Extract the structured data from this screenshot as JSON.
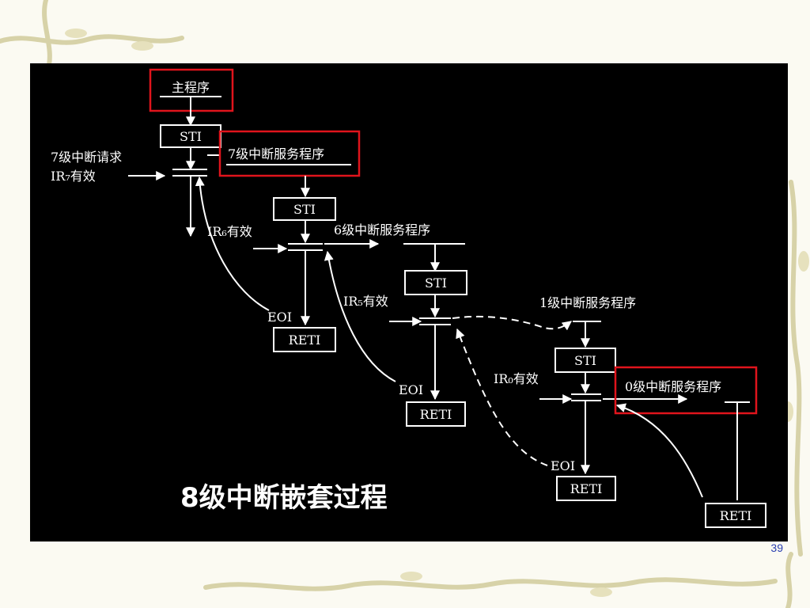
{
  "diagram": {
    "main_program": "主程序",
    "sti": "STI",
    "reti": "RETI",
    "eoi": "EOI",
    "req7_line1": "7级中断请求",
    "ir7_valid": "IR₇有效",
    "ir6_valid": "IR₆有效",
    "ir5_valid": "IR₅有效",
    "ir0_valid": "IR₀有效",
    "isr7": "7级中断服务程序",
    "isr6": "6级中断服务程序",
    "isr1": "1级中断服务程序",
    "isr0": "0级中断服务程序",
    "caption": "8级中断嵌套过程"
  },
  "slide": {
    "page_number": "39"
  },
  "colors": {
    "panel_bg": "#000000",
    "highlight": "#e0141c",
    "page_number": "#2a3fb0"
  }
}
